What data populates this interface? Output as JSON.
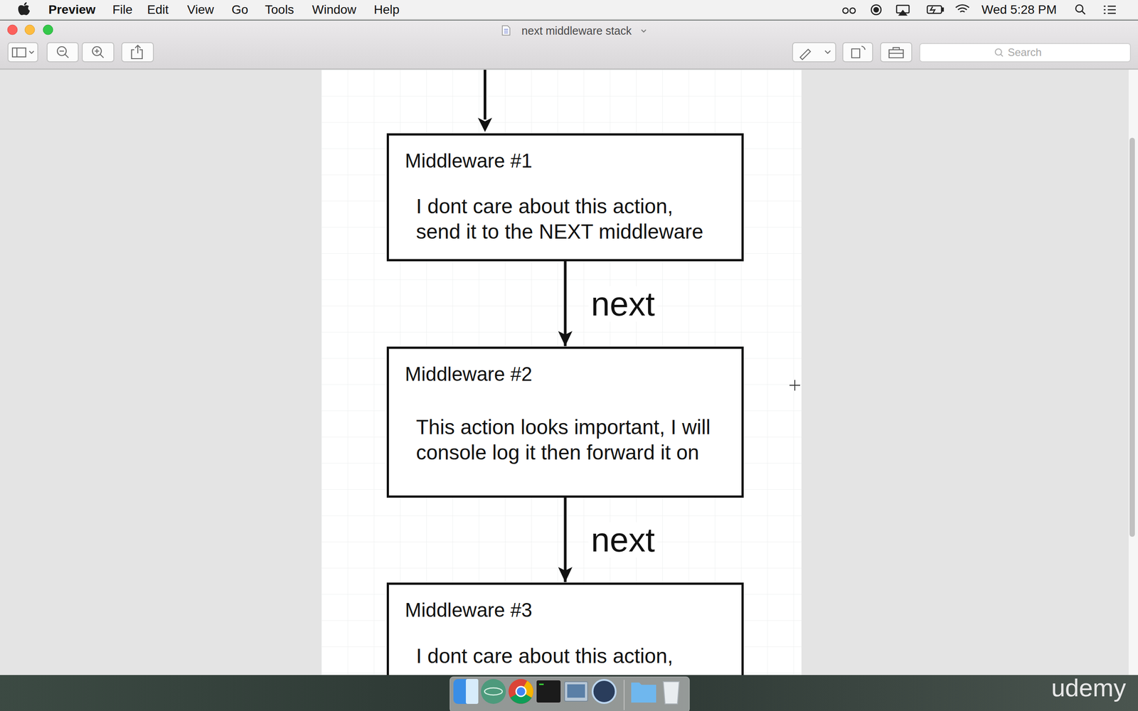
{
  "diagram": {
    "nodes": [
      {
        "text": [
          "Middleware #1",
          "I dont care about this action, send it to the NEXT middleware"
        ]
      },
      {
        "text": [
          "Middleware #2",
          "This action looks important, I will console log it then forward it on"
        ]
      },
      {
        "text": [
          "Middleware #3",
          "I dont care about this action,"
        ]
      }
    ],
    "edges": [
      {
        "from": 0,
        "to": 1,
        "label": "next",
        "arrow": "to"
      },
      {
        "from": 1,
        "to": 2,
        "label": "next",
        "arrow": "to"
      }
    ],
    "labels": [
      "Preview",
      "File",
      "Edit",
      "View",
      "Go",
      "Tools",
      "Window",
      "Help",
      "Wed 5:28 PM",
      "next middleware stack",
      "Search",
      "udemy"
    ]
  }
}
